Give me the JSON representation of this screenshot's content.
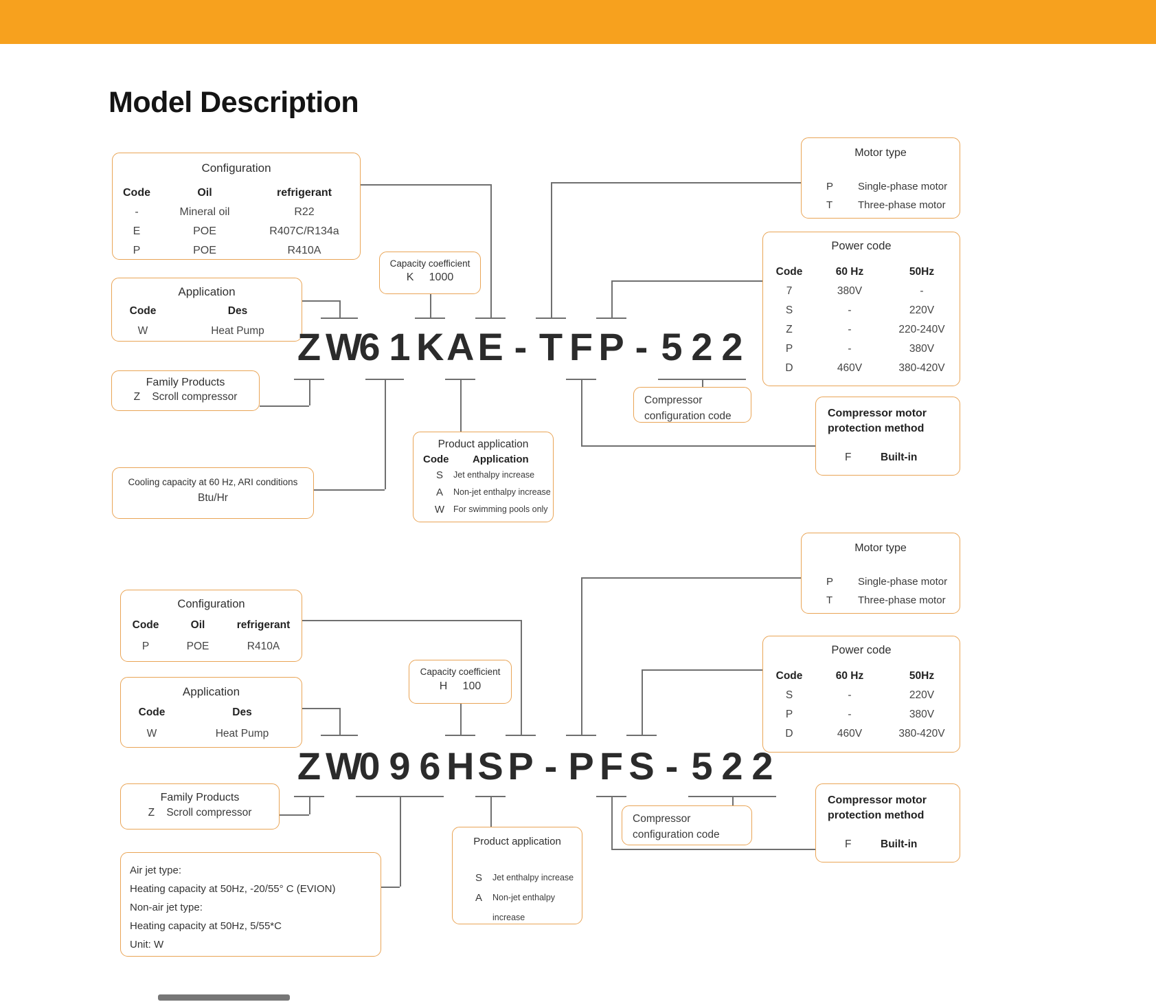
{
  "page": {
    "title": "Model Description"
  },
  "colors": {
    "header_bar": "#F7A11E",
    "box_border": "#E9A455",
    "connector": "#6F6F6F"
  },
  "model1": {
    "code": "ZW61KAE-TFP-522",
    "configuration": {
      "title": "Configuration",
      "header": [
        "Code",
        "Oil",
        "refrigerant"
      ],
      "rows": [
        [
          "-",
          "Mineral oil",
          "R22"
        ],
        [
          "E",
          "POE",
          "R407C/R134a"
        ],
        [
          "P",
          "POE",
          "R410A"
        ]
      ]
    },
    "application": {
      "title": "Application",
      "header": [
        "Code",
        "Des"
      ],
      "rows": [
        [
          "W",
          "Heat Pump"
        ]
      ]
    },
    "family": {
      "title": "Family Products",
      "code": "Z",
      "label": "Scroll compressor"
    },
    "cooling": {
      "line1": "Cooling capacity at 60 Hz, ARI conditions",
      "line2": "Btu/Hr"
    },
    "capacity": {
      "title": "Capacity coefficient",
      "code": "K",
      "value": "1000"
    },
    "product_application": {
      "title": "Product application",
      "header": [
        "Code",
        "Application"
      ],
      "rows": [
        [
          "S",
          "Jet enthalpy increase"
        ],
        [
          "A",
          "Non-jet enthalpy increase"
        ],
        [
          "W",
          "For swimming pools only"
        ]
      ]
    },
    "motor": {
      "title": "Motor type",
      "rows": [
        [
          "P",
          "Single-phase motor"
        ],
        [
          "T",
          "Three-phase motor"
        ]
      ]
    },
    "power": {
      "title": "Power code",
      "header": [
        "Code",
        "60 Hz",
        "50Hz"
      ],
      "rows": [
        [
          "7",
          "380V",
          "-"
        ],
        [
          "S",
          "-",
          "220V"
        ],
        [
          "Z",
          "-",
          "220-240V"
        ],
        [
          "P",
          "-",
          "380V"
        ],
        [
          "D",
          "460V",
          "380-420V"
        ]
      ]
    },
    "config_code": {
      "line1": "Compressor",
      "line2": "configuration code"
    },
    "protection": {
      "title1": "Compressor motor",
      "title2": "protection method",
      "code": "F",
      "value": "Built-in"
    }
  },
  "model2": {
    "code": "ZW096HSP-PFS-522",
    "configuration": {
      "title": "Configuration",
      "header": [
        "Code",
        "Oil",
        "refrigerant"
      ],
      "rows": [
        [
          "P",
          "POE",
          "R410A"
        ]
      ]
    },
    "application": {
      "title": "Application",
      "header": [
        "Code",
        "Des"
      ],
      "rows": [
        [
          "W",
          "Heat Pump"
        ]
      ]
    },
    "family": {
      "title": "Family Products",
      "code": "Z",
      "label": "Scroll compressor"
    },
    "heating": {
      "lines": [
        "Air jet type:",
        "Heating capacity at 50Hz, -20/55° C (EVION)",
        "Non-air jet type:",
        "Heating capacity at 50Hz, 5/55*C",
        "Unit: W"
      ]
    },
    "capacity": {
      "title": "Capacity coefficient",
      "code": "H",
      "value": "100"
    },
    "product_application": {
      "title": "Product application",
      "rows": [
        [
          "S",
          "Jet enthalpy increase"
        ],
        [
          "A",
          "Non-jet enthalpy increase"
        ]
      ]
    },
    "motor": {
      "title": "Motor type",
      "rows": [
        [
          "P",
          "Single-phase motor"
        ],
        [
          "T",
          "Three-phase motor"
        ]
      ]
    },
    "power": {
      "title": "Power code",
      "header": [
        "Code",
        "60 Hz",
        "50Hz"
      ],
      "rows": [
        [
          "S",
          "-",
          "220V"
        ],
        [
          "P",
          "-",
          "380V"
        ],
        [
          "D",
          "460V",
          "380-420V"
        ]
      ]
    },
    "config_code": {
      "line1": "Compressor",
      "line2": "configuration code"
    },
    "protection": {
      "title1": "Compressor motor",
      "title2": "protection method",
      "code": "F",
      "value": "Built-in"
    }
  }
}
